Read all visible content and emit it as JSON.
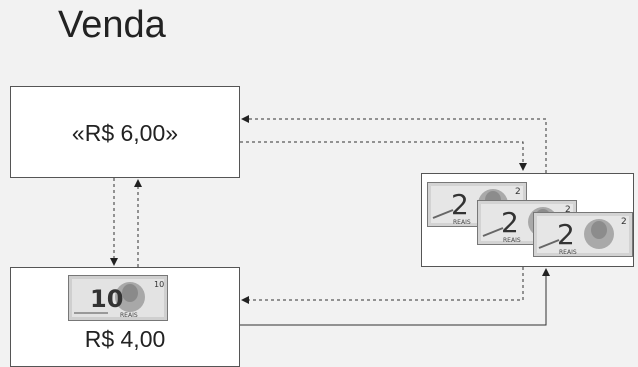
{
  "title": "Venda",
  "price_box": {
    "label": "«R$ 6,00»"
  },
  "payment_box": {
    "label": "R$ 4,00",
    "banknote": {
      "denomination": "10",
      "currency": "REAIS"
    }
  },
  "notes_box": {
    "banknotes": [
      {
        "denomination": "2",
        "currency": "REAIS"
      },
      {
        "denomination": "2",
        "currency": "REAIS"
      },
      {
        "denomination": "2",
        "currency": "REAIS"
      }
    ]
  }
}
